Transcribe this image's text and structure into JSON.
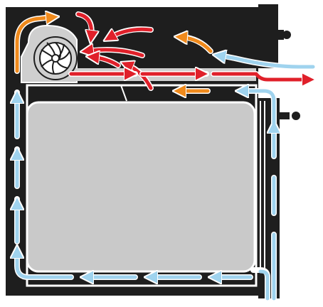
{
  "colors": {
    "background": "#ffffff",
    "cabinet": "#1e1e1e",
    "panel_fill": "#c9c9c9",
    "panel_stroke": "#ffffff",
    "cool_air": "#9fd3ee",
    "hot_air": "#e0202a",
    "warm_air": "#f08a1c",
    "fan_housing": "#cfcfcf",
    "fan_blade": "#1e1e1e"
  },
  "icons": {
    "fan": "centrifugal-fan-icon",
    "knob_upper": "knob-icon",
    "knob_lower": "knob-icon"
  },
  "flows": [
    "cool-air-intake-bottom",
    "cool-air-left-riser",
    "cool-air-bottom-return",
    "cool-air-top-intake",
    "hot-air-exhaust",
    "warm-air-recirculation"
  ]
}
